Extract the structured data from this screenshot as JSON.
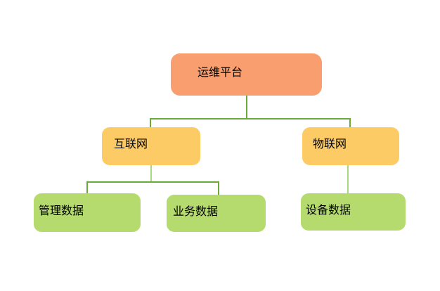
{
  "diagram": {
    "type": "tree",
    "background": "#FFFFFF",
    "nodes": [
      {
        "id": "root",
        "label": "运维平台",
        "level": 1,
        "fill": "#F99E6E"
      },
      {
        "id": "internet",
        "label": "互联网",
        "level": 2,
        "fill": "#FCCB66"
      },
      {
        "id": "iot",
        "label": "物联网",
        "level": 2,
        "fill": "#FCCB66"
      },
      {
        "id": "mgmt",
        "label": "管理数据",
        "level": 3,
        "fill": "#B5DB6E"
      },
      {
        "id": "biz",
        "label": "业务数据",
        "level": 3,
        "fill": "#B5DB6E"
      },
      {
        "id": "device",
        "label": "设备数据",
        "level": 3,
        "fill": "#B5DB6E"
      }
    ],
    "edges": [
      {
        "from": "root",
        "to": "internet"
      },
      {
        "from": "root",
        "to": "iot"
      },
      {
        "from": "internet",
        "to": "mgmt"
      },
      {
        "from": "internet",
        "to": "biz"
      },
      {
        "from": "iot",
        "to": "device"
      }
    ],
    "colors": {
      "connector": "#6AAA37",
      "connector_light": "#AAD87E",
      "root_fill": "#F99E6E",
      "branch_fill": "#FCCB66",
      "leaf_fill": "#B5DB6E",
      "text": "#000000"
    }
  }
}
